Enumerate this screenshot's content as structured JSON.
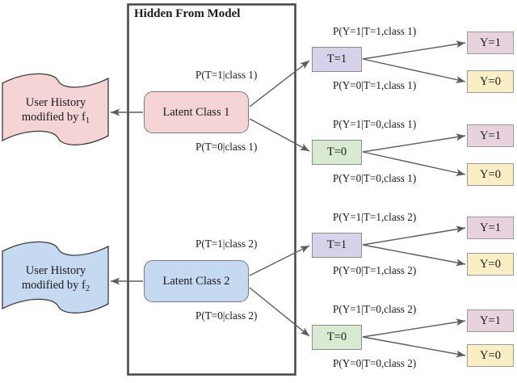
{
  "diagram": {
    "hidden_box_title": "Hidden From Model",
    "flags": [
      {
        "line1": "User History",
        "line2": "modified by f",
        "sub": "1",
        "color": "#f4d4d4"
      },
      {
        "line1": "User History",
        "line2": "modified by f",
        "sub": "2",
        "color": "#c5d9f1"
      }
    ],
    "latent_classes": [
      {
        "label": "Latent Class 1",
        "color": "#f4d4d4"
      },
      {
        "label": "Latent Class 2",
        "color": "#c5d9f1"
      }
    ],
    "treatment_nodes": {
      "t1_label": "T=1",
      "t0_label": "T=0",
      "t1_color": "#d7d2ea",
      "t0_color": "#d9ead3"
    },
    "outcome_nodes": {
      "y1_label": "Y=1",
      "y0_label": "Y=0",
      "y1_color": "#e8d2de",
      "y0_color": "#faeec4"
    },
    "edge_labels": {
      "class1_t1": "P(T=1|class 1)",
      "class1_t0": "P(T=0|class 1)",
      "class2_t1": "P(T=1|class 2)",
      "class2_t0": "P(T=0|class 2)",
      "c1_t1_y1": "P(Y=1|T=1,class 1)",
      "c1_t1_y0": "P(Y=0|T=1,class 1)",
      "c1_t0_y1": "P(Y=1|T=0,class 1)",
      "c1_t0_y0": "P(Y=0|T=0,class 1)",
      "c2_t1_y1": "P(Y=1|T=1,class 2)",
      "c2_t1_y0": "P(Y=0|T=1,class 2)",
      "c2_t0_y1": "P(Y=1|T=0,class 2)",
      "c2_t0_y0": "P(Y=0|T=0,class 2)"
    },
    "stroke_color": "#5d5d5d",
    "border_color": "#4a4a4a"
  }
}
